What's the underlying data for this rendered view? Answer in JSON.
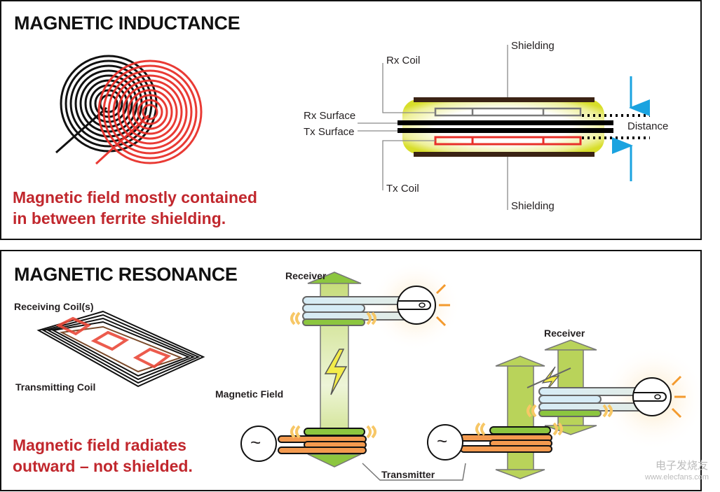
{
  "inductance": {
    "title": "MAGNETIC INDUCTANCE",
    "caption_line1": "Magnetic field mostly contained",
    "caption_line2": "in between ferrite  shielding.",
    "labels": {
      "shielding_top": "Shielding",
      "rx_coil": "Rx Coil",
      "rx_surface": "Rx Surface",
      "tx_surface": "Tx Surface",
      "tx_coil": "Tx Coil",
      "shielding_bottom": "Shielding",
      "distance": "Distance"
    }
  },
  "resonance": {
    "title": "MAGNETIC RESONANCE",
    "caption_line1": "Magnetic field radiates",
    "caption_line2": "outward – not shielded.",
    "labels": {
      "receiving_coils": "Receiving Coil(s)",
      "transmitting_coil": "Transmitting Coil",
      "receiver_left": "Receiver",
      "receiver_right": "Receiver",
      "magnetic_field": "Magnetic Field",
      "transmitter": "Transmitter",
      "ac_symbol": "~"
    }
  },
  "colors": {
    "title": "#111111",
    "caption_red": "#c1272d",
    "coil_red": "#e8302a",
    "field_green": "#b9d35a",
    "coil_orange": "#f39a4f",
    "coil_blue": "#d6ecf6",
    "shield_brown": "#3b2314",
    "distance_arrow": "#1aa3e0",
    "glow_yellow": "#d8de2a"
  },
  "watermark": {
    "line1": "电子发烧友",
    "line2": "www.elecfans.com"
  }
}
